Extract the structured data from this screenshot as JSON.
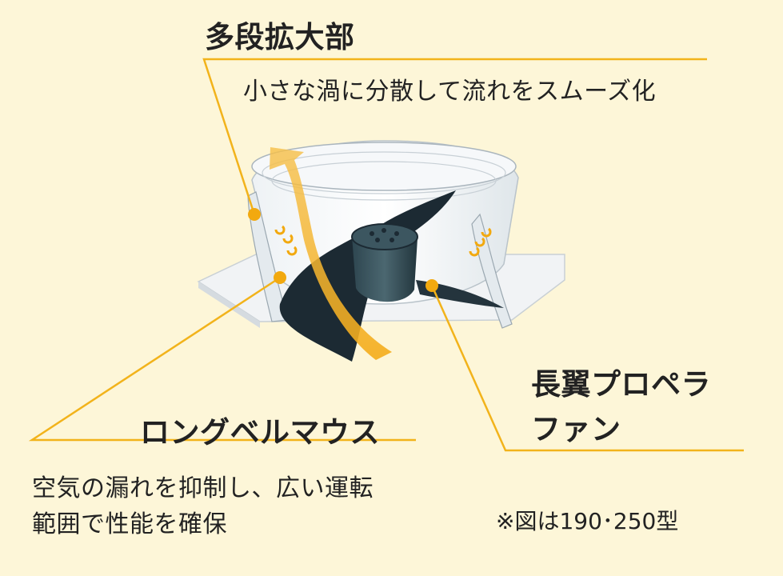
{
  "colors": {
    "background": "#fdf6d8",
    "leader_line": "#f2b31b",
    "arrow": "#f4ac1a",
    "blade": "#1c2a33",
    "housing": "#ffffff"
  },
  "callouts": {
    "multistage_expansion": {
      "title": "多段拡大部",
      "description": "小さな渦に分散して流れをスムーズ化"
    },
    "long_bellmouth": {
      "title": "ロングベルマウス",
      "description_line1": "空気の漏れを抑制し、広い運転",
      "description_line2": "範囲で性能を確保"
    },
    "long_blade_fan": {
      "title_line1": "長翼プロペラ",
      "title_line2": "ファン"
    }
  },
  "note": "※図は190･250型"
}
